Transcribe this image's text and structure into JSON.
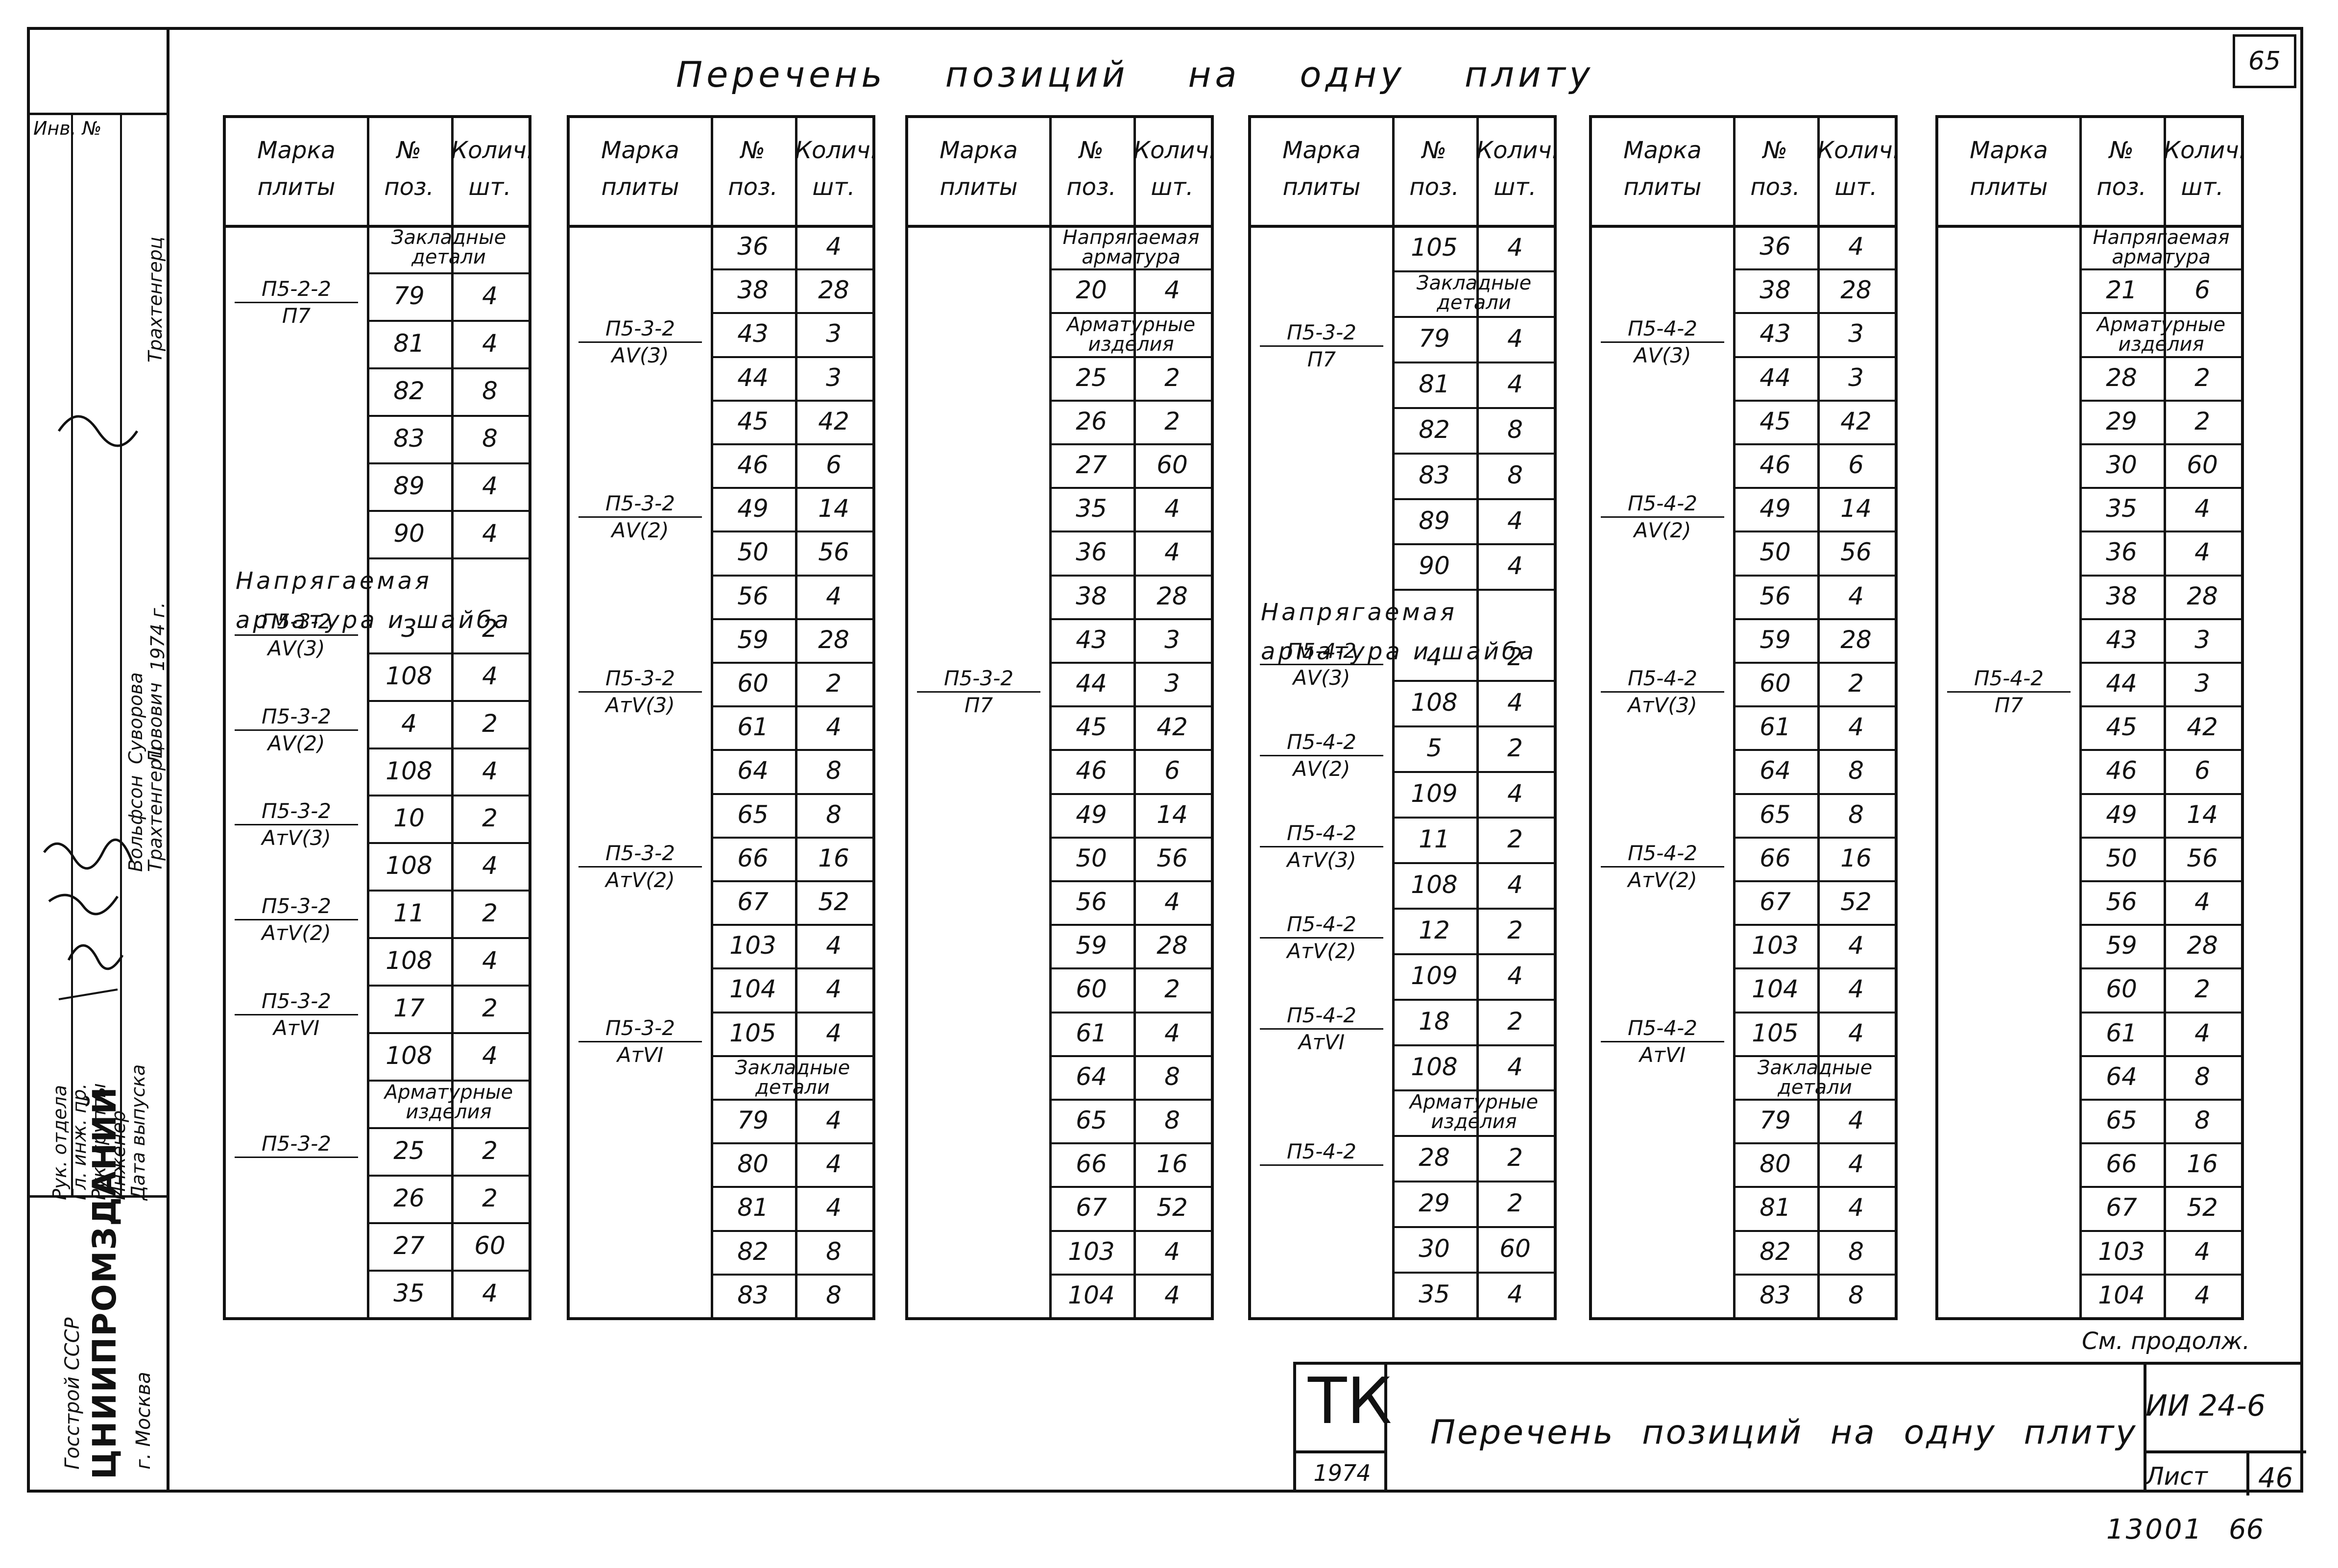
{
  "page": {
    "title": "Перечень позиций на одну плиту",
    "page_number": "65",
    "continued_note": "См. продолж.",
    "bottom_code": "13001",
    "bottom_page": "66"
  },
  "header": {
    "mark_line1": "Марка",
    "mark_line2": "плиты",
    "pos_line1": "№",
    "pos_line2": "поз.",
    "qty_line1": "Колич.",
    "qty_line2": "шт."
  },
  "left_strip": {
    "inv_no": "Инв. №",
    "org1": "Госстрой СССР",
    "org2": "ЦНИИПРОМЗДАНИЙ",
    "org3": "г. Москва",
    "roles": [
      "Рук. отдела",
      "Гл. инж. пр.",
      "Рук. группы",
      "Инженер",
      "Дата выпуска"
    ],
    "names": [
      "Вольфсон",
      "Трахтенгерц",
      "Суворова",
      "Ловович",
      "1974 г."
    ],
    "extra": [
      "Трахтенгерц"
    ]
  },
  "title_block": {
    "code": "ТК",
    "year": "1974",
    "title": "Перечень позиций на одну плиту",
    "doc_no": "ИИ 24-6",
    "sheet_label": "Лист",
    "sheet_no": "46"
  },
  "tables": [
    {
      "rows": [
        [
          "",
          "Закладные детали",
          ""
        ],
        [
          "П5-2-2 / П7",
          "79",
          "4"
        ],
        [
          "",
          "81",
          "4"
        ],
        [
          "",
          "82",
          "8"
        ],
        [
          "",
          "83",
          "8"
        ],
        [
          "",
          "89",
          "4"
        ],
        [
          "",
          "90",
          "4"
        ],
        [
          "Напрягаемая арматура и шайба",
          "",
          ""
        ],
        [
          "П5-3-2 / АV(3)",
          "3",
          "2"
        ],
        [
          "",
          "108",
          "4"
        ],
        [
          "П5-3-2 / АV(2)",
          "4",
          "2"
        ],
        [
          "",
          "108",
          "4"
        ],
        [
          "П5-3-2 / АтV(3)",
          "10",
          "2"
        ],
        [
          "",
          "108",
          "4"
        ],
        [
          "П5-3-2 / АтV(2)",
          "11",
          "2"
        ],
        [
          "",
          "108",
          "4"
        ],
        [
          "П5-3-2 / АтVI",
          "17",
          "2"
        ],
        [
          "",
          "108",
          "4"
        ],
        [
          "",
          "Арматурные изделия",
          ""
        ],
        [
          "П5-3-2",
          "25",
          "2"
        ],
        [
          "",
          "26",
          "2"
        ],
        [
          "",
          "27",
          "60"
        ],
        [
          "",
          "35",
          "4"
        ]
      ]
    },
    {
      "rows": [
        [
          "",
          "36",
          "4"
        ],
        [
          "",
          "38",
          "28"
        ],
        [
          "П5-3-2 / АV(3)",
          "43",
          "3"
        ],
        [
          "",
          "44",
          "3"
        ],
        [
          "",
          "45",
          "42"
        ],
        [
          "",
          "46",
          "6"
        ],
        [
          "П5-3-2 / АV(2)",
          "49",
          "14"
        ],
        [
          "",
          "50",
          "56"
        ],
        [
          "",
          "56",
          "4"
        ],
        [
          "",
          "59",
          "28"
        ],
        [
          "П5-3-2 / АтV(3)",
          "60",
          "2"
        ],
        [
          "",
          "61",
          "4"
        ],
        [
          "",
          "64",
          "8"
        ],
        [
          "",
          "65",
          "8"
        ],
        [
          "П5-3-2 / АтV(2)",
          "66",
          "16"
        ],
        [
          "",
          "67",
          "52"
        ],
        [
          "",
          "103",
          "4"
        ],
        [
          "",
          "104",
          "4"
        ],
        [
          "П5-3-2 / АтVI",
          "105",
          "4"
        ],
        [
          "",
          "Закладные детали",
          ""
        ],
        [
          "",
          "79",
          "4"
        ],
        [
          "",
          "80",
          "4"
        ],
        [
          "",
          "81",
          "4"
        ],
        [
          "",
          "82",
          "8"
        ],
        [
          "",
          "83",
          "8"
        ]
      ]
    },
    {
      "rows": [
        [
          "",
          "Напрягаемая арматура",
          ""
        ],
        [
          "",
          "20",
          "4"
        ],
        [
          "",
          "Арматурные изделия",
          ""
        ],
        [
          "",
          "25",
          "2"
        ],
        [
          "",
          "26",
          "2"
        ],
        [
          "",
          "27",
          "60"
        ],
        [
          "",
          "35",
          "4"
        ],
        [
          "",
          "36",
          "4"
        ],
        [
          "",
          "38",
          "28"
        ],
        [
          "",
          "43",
          "3"
        ],
        [
          "П5-3-2 / П7",
          "44",
          "3"
        ],
        [
          "",
          "45",
          "42"
        ],
        [
          "",
          "46",
          "6"
        ],
        [
          "",
          "49",
          "14"
        ],
        [
          "",
          "50",
          "56"
        ],
        [
          "",
          "56",
          "4"
        ],
        [
          "",
          "59",
          "28"
        ],
        [
          "",
          "60",
          "2"
        ],
        [
          "",
          "61",
          "4"
        ],
        [
          "",
          "64",
          "8"
        ],
        [
          "",
          "65",
          "8"
        ],
        [
          "",
          "66",
          "16"
        ],
        [
          "",
          "67",
          "52"
        ],
        [
          "",
          "103",
          "4"
        ],
        [
          "",
          "104",
          "4"
        ]
      ]
    },
    {
      "rows": [
        [
          "",
          "105",
          "4"
        ],
        [
          "",
          "Закладные детали",
          ""
        ],
        [
          "П5-3-2 / П7",
          "79",
          "4"
        ],
        [
          "",
          "81",
          "4"
        ],
        [
          "",
          "82",
          "8"
        ],
        [
          "",
          "83",
          "8"
        ],
        [
          "",
          "89",
          "4"
        ],
        [
          "",
          "90",
          "4"
        ],
        [
          "Напрягаемая арматура и шайба",
          "",
          ""
        ],
        [
          "П5-4-2 / АV(3)",
          "4",
          "2"
        ],
        [
          "",
          "108",
          "4"
        ],
        [
          "П5-4-2 / АV(2)",
          "5",
          "2"
        ],
        [
          "",
          "109",
          "4"
        ],
        [
          "П5-4-2 / АтV(3)",
          "11",
          "2"
        ],
        [
          "",
          "108",
          "4"
        ],
        [
          "П5-4-2 / АтV(2)",
          "12",
          "2"
        ],
        [
          "",
          "109",
          "4"
        ],
        [
          "П5-4-2 / АтVI",
          "18",
          "2"
        ],
        [
          "",
          "108",
          "4"
        ],
        [
          "",
          "Арматурные изделия",
          ""
        ],
        [
          "П5-4-2",
          "28",
          "2"
        ],
        [
          "",
          "29",
          "2"
        ],
        [
          "",
          "30",
          "60"
        ],
        [
          "",
          "35",
          "4"
        ]
      ]
    },
    {
      "rows": [
        [
          "",
          "36",
          "4"
        ],
        [
          "",
          "38",
          "28"
        ],
        [
          "П5-4-2 / АV(3)",
          "43",
          "3"
        ],
        [
          "",
          "44",
          "3"
        ],
        [
          "",
          "45",
          "42"
        ],
        [
          "",
          "46",
          "6"
        ],
        [
          "П5-4-2 / АV(2)",
          "49",
          "14"
        ],
        [
          "",
          "50",
          "56"
        ],
        [
          "",
          "56",
          "4"
        ],
        [
          "",
          "59",
          "28"
        ],
        [
          "П5-4-2 / АтV(3)",
          "60",
          "2"
        ],
        [
          "",
          "61",
          "4"
        ],
        [
          "",
          "64",
          "8"
        ],
        [
          "",
          "65",
          "8"
        ],
        [
          "П5-4-2 / АтV(2)",
          "66",
          "16"
        ],
        [
          "",
          "67",
          "52"
        ],
        [
          "",
          "103",
          "4"
        ],
        [
          "",
          "104",
          "4"
        ],
        [
          "П5-4-2 / АтVI",
          "105",
          "4"
        ],
        [
          "",
          "Закладные детали",
          ""
        ],
        [
          "",
          "79",
          "4"
        ],
        [
          "",
          "80",
          "4"
        ],
        [
          "",
          "81",
          "4"
        ],
        [
          "",
          "82",
          "8"
        ],
        [
          "",
          "83",
          "8"
        ]
      ]
    },
    {
      "rows": [
        [
          "",
          "Напрягаемая арматура",
          ""
        ],
        [
          "",
          "21",
          "6"
        ],
        [
          "",
          "Арматурные изделия",
          ""
        ],
        [
          "",
          "28",
          "2"
        ],
        [
          "",
          "29",
          "2"
        ],
        [
          "",
          "30",
          "60"
        ],
        [
          "",
          "35",
          "4"
        ],
        [
          "",
          "36",
          "4"
        ],
        [
          "",
          "38",
          "28"
        ],
        [
          "",
          "43",
          "3"
        ],
        [
          "П5-4-2 / П7",
          "44",
          "3"
        ],
        [
          "",
          "45",
          "42"
        ],
        [
          "",
          "46",
          "6"
        ],
        [
          "",
          "49",
          "14"
        ],
        [
          "",
          "50",
          "56"
        ],
        [
          "",
          "56",
          "4"
        ],
        [
          "",
          "59",
          "28"
        ],
        [
          "",
          "60",
          "2"
        ],
        [
          "",
          "61",
          "4"
        ],
        [
          "",
          "64",
          "8"
        ],
        [
          "",
          "65",
          "8"
        ],
        [
          "",
          "66",
          "16"
        ],
        [
          "",
          "67",
          "52"
        ],
        [
          "",
          "103",
          "4"
        ],
        [
          "",
          "104",
          "4"
        ]
      ]
    }
  ]
}
